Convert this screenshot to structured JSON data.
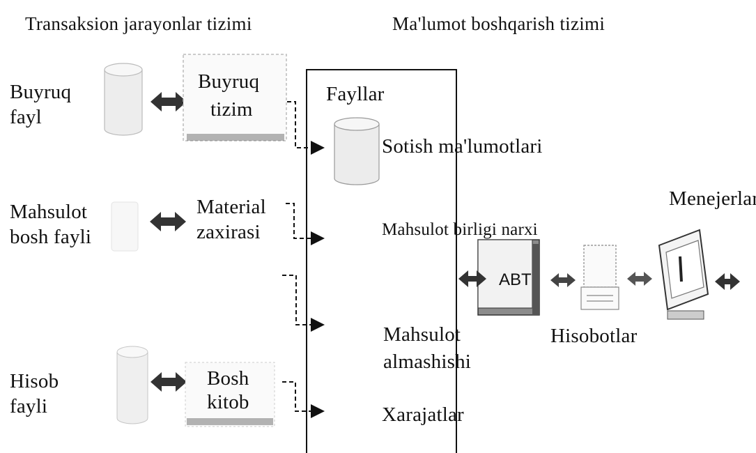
{
  "headers": {
    "left": "Transaksion jarayonlar tizimi",
    "right": "Ma'lumot boshqarish tizimi"
  },
  "sources": [
    {
      "line1": "Buyruq",
      "line2": "fayl"
    },
    {
      "line1": "Mahsulot",
      "line2": "bosh fayli"
    },
    {
      "line1": "Hisob",
      "line2": "fayli"
    }
  ],
  "systems": [
    {
      "line1": "Buyruq",
      "line2": "tizim"
    },
    {
      "line1": "Material",
      "line2": "zaxirasi"
    },
    {
      "line1": "Bosh",
      "line2": "kitob"
    }
  ],
  "files": {
    "title": "Fayllar",
    "items": [
      {
        "label": "Sotish ma'lumotlari"
      },
      {
        "label": "Mahsulot birligi narxi"
      },
      {
        "line1": "Mahsulot",
        "line2": "almashishi"
      },
      {
        "label": "Xarajatlar"
      }
    ]
  },
  "abt_label": "ABT",
  "reports_label": "Hisobotlar",
  "managers_label": "Menejerlar",
  "colors": {
    "ink": "#111111",
    "gray": "#9a9a9a",
    "light": "#d6d6d6"
  }
}
